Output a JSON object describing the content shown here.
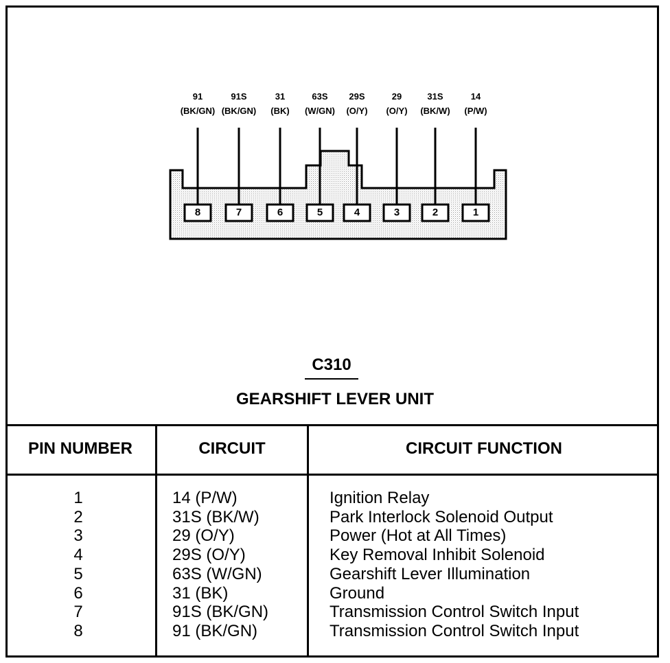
{
  "connector": {
    "pins": [
      {
        "pin": "8",
        "circuit": "91",
        "color": "(BK/GN)"
      },
      {
        "pin": "7",
        "circuit": "91S",
        "color": "(BK/GN)"
      },
      {
        "pin": "6",
        "circuit": "31",
        "color": "(BK)"
      },
      {
        "pin": "5",
        "circuit": "63S",
        "color": "(W/GN)"
      },
      {
        "pin": "4",
        "circuit": "29S",
        "color": "(O/Y)"
      },
      {
        "pin": "3",
        "circuit": "29",
        "color": "(O/Y)"
      },
      {
        "pin": "2",
        "circuit": "31S",
        "color": "(BK/W)"
      },
      {
        "pin": "1",
        "circuit": "14",
        "color": "(P/W)"
      }
    ],
    "title": "C310",
    "subtitle": "GEARSHIFT LEVER UNIT"
  },
  "table": {
    "headers": {
      "pin": "PIN NUMBER",
      "circuit": "CIRCUIT",
      "function": "CIRCUIT FUNCTION"
    },
    "rows": [
      {
        "pin": "1",
        "circuit": "14 (P/W)",
        "function": "Ignition Relay"
      },
      {
        "pin": "2",
        "circuit": "31S (BK/W)",
        "function": "Park Interlock Solenoid Output"
      },
      {
        "pin": "3",
        "circuit": "29 (O/Y)",
        "function": "Power (Hot at All Times)"
      },
      {
        "pin": "4",
        "circuit": "29S (O/Y)",
        "function": "Key Removal Inhibit Solenoid"
      },
      {
        "pin": "5",
        "circuit": "63S (W/GN)",
        "function": "Gearshift Lever Illumination"
      },
      {
        "pin": "6",
        "circuit": "31 (BK)",
        "function": "Ground"
      },
      {
        "pin": "7",
        "circuit": "91S (BK/GN)",
        "function": "Transmission Control Switch Input"
      },
      {
        "pin": "8",
        "circuit": "91 (BK/GN)",
        "function": "Transmission Control Switch Input"
      }
    ]
  }
}
